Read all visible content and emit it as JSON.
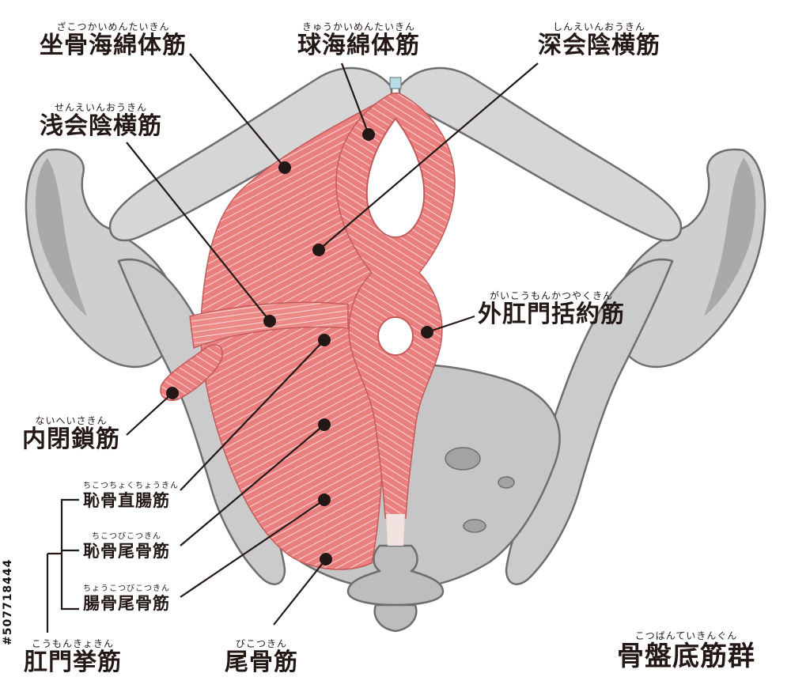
{
  "diagram": {
    "labels": [
      {
        "id": "ischiocavernosus",
        "ruby": "ざこつかいめんたいきん",
        "text": "坐骨海綿体筋"
      },
      {
        "id": "bulbospongiosus",
        "ruby": "きゅうかいめんたいきん",
        "text": "球海綿体筋"
      },
      {
        "id": "deep-transverse-perineal",
        "ruby": "しんえいんおうきん",
        "text": "深会陰横筋"
      },
      {
        "id": "superficial-transverse-perineal",
        "ruby": "せんえいんおうきん",
        "text": "浅会陰横筋"
      },
      {
        "id": "external-anal-sphincter",
        "ruby": "がいこうもんかつやくきん",
        "text": "外肛門括約筋"
      },
      {
        "id": "obturator-internus",
        "ruby": "ないへいさきん",
        "text": "内閉鎖筋"
      },
      {
        "id": "puborectalis",
        "ruby": "ちこつちょくちょうきん",
        "text": "恥骨直腸筋"
      },
      {
        "id": "pubococcygeus",
        "ruby": "ちこつびこつきん",
        "text": "恥骨尾骨筋"
      },
      {
        "id": "iliococcygeus",
        "ruby": "ちょうこつびこつきん",
        "text": "腸骨尾骨筋"
      },
      {
        "id": "levator-ani",
        "ruby": "こうもんきょきん",
        "text": "肛門挙筋"
      },
      {
        "id": "coccygeus",
        "ruby": "びこつきん",
        "text": "尾骨筋"
      },
      {
        "id": "pelvic-floor-group",
        "ruby": "こつばんていきんぐん",
        "text": "骨盤底筋群"
      }
    ],
    "stock_id": "#507718444",
    "colors": {
      "bone_fill": "#cfcfcf",
      "bone_shade": "#9e9e9e",
      "bone_outline": "#6e6e6e",
      "muscle_fill": "#ea7f7f",
      "muscle_light": "#f6b3b0",
      "muscle_stripe": "#fbd9d6",
      "leader_line": "#231815"
    }
  }
}
